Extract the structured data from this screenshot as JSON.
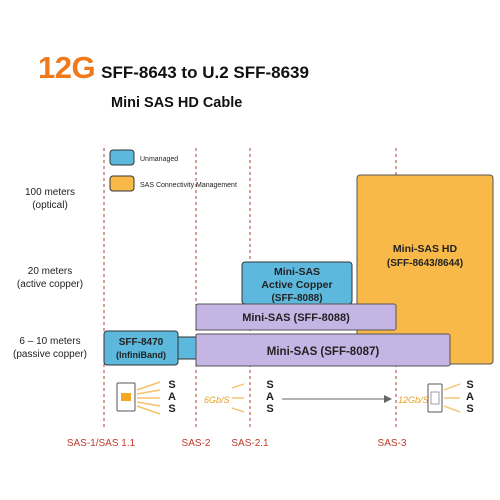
{
  "header": {
    "title_accent": "12G",
    "title_rest": "SFF-8643 to U.2 SFF-8639",
    "subtitle": "Mini SAS HD Cable"
  },
  "legend": {
    "unmanaged": "Unmanaged",
    "managed": "SAS Connectivity Management"
  },
  "y_labels": {
    "optical_1": "100 meters",
    "optical_2": "(optical)",
    "active_1": "20 meters",
    "active_2": "(active copper)",
    "passive_1": "6 – 10 meters",
    "passive_2": "(passive copper)"
  },
  "boxes": {
    "sff8470_1": "SFF-8470",
    "sff8470_2": "(InfiniBand)",
    "active_1": "Mini-SAS",
    "active_2": "Active Copper",
    "active_3": "(SFF-8088)",
    "hd_1": "Mini-SAS HD",
    "hd_2": "(SFF-8643/8644)",
    "sff8088": "Mini-SAS (SFF-8088)",
    "sff8087": "Mini-SAS (SFF-8087)"
  },
  "bottom": {
    "sas_letters": [
      "S",
      "A",
      "S"
    ],
    "speed_6g": "6Gb/S",
    "speed_12g": "12Gb/S"
  },
  "generations": {
    "sas1": "SAS-1/SAS 1.1",
    "sas2": "SAS-2",
    "sas21": "SAS-2.1",
    "sas3": "SAS-3"
  },
  "colors": {
    "accent": "#f07a1a",
    "unmanaged_fill": "#5cb8dc",
    "managed_fill": "#f9b948",
    "purple_fill": "#c5b5e5",
    "label_red": "#c0392b"
  }
}
